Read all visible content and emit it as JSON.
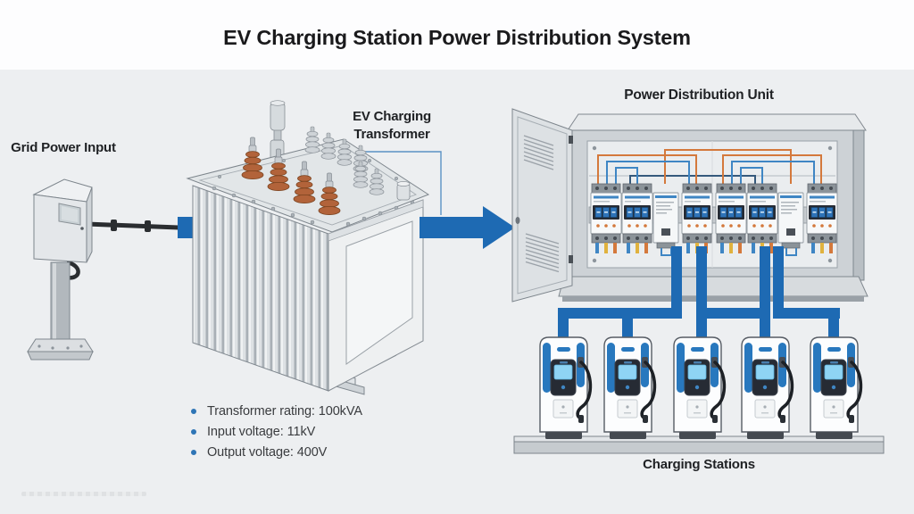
{
  "title": "EV Charging Station Power Distribution System",
  "labels": {
    "grid_power_input": "Grid Power Input",
    "transformer": "EV Charging Transformer",
    "pdu": "Power Distribution Unit",
    "charging_stations": "Charging Stations"
  },
  "specs": {
    "items": [
      "Transformer rating: 100kVA",
      "Input voltage: 11kV",
      "Output voltage: 400V"
    ]
  },
  "system": {
    "transformer_rating": "100kVA",
    "input_voltage": "11kV",
    "output_voltage": "400V",
    "charging_station_count": 5
  },
  "colors": {
    "accent_blue": "#1e6ab3",
    "wire_orange": "#d4793c",
    "wire_blue": "#3f86c4",
    "bullet_blue": "#2e75b6"
  }
}
